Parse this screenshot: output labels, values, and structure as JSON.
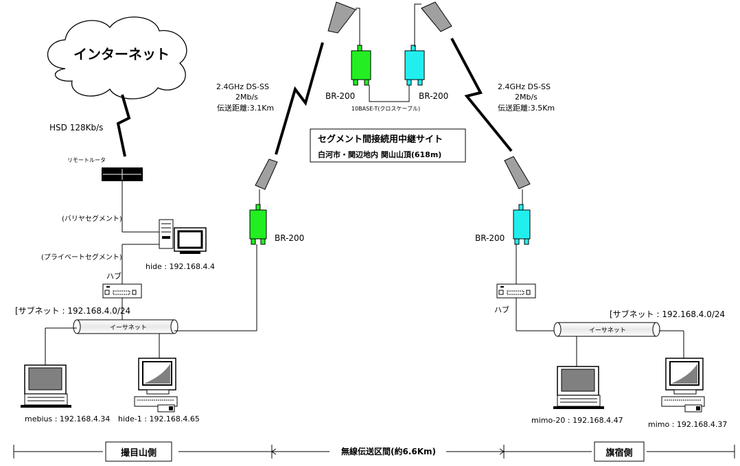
{
  "cloud": {
    "label": "インターネット"
  },
  "links": {
    "hsd": "HSD 128Kb/s",
    "left_radio": {
      "band": "2.4GHz DS-SS",
      "rate": "2Mb/s",
      "distance": "伝送距離:3.1Km"
    },
    "right_radio": {
      "band": "2.4GHz DS-SS",
      "rate": "2Mb/s",
      "distance": "伝送距離:3.5Km"
    },
    "crossover": "10BASE-T(クロスケーブル)"
  },
  "relay_site": {
    "title": "セグメント間接続用中継サイト",
    "location": "白河市・関辺地内 関山山頂(618m)"
  },
  "devices": {
    "router": "リモートルータ",
    "barrier_segment": "(バリヤセグメント)",
    "private_segment": "(プライベートセグメント)",
    "server": "hide : 192.168.4.4",
    "hub_left": "ハブ",
    "hub_right": "ハブ",
    "br_top_left": "BR-200",
    "br_top_right": "BR-200",
    "br_left": "BR-200",
    "br_right": "BR-200"
  },
  "left_lan": {
    "subnet": "[サブネット : 192.168.4.0/24",
    "ethernet": "イーサネット",
    "pc1": "mebius : 192.168.4.34",
    "pc2": "hide-1 : 192.168.4.65"
  },
  "right_lan": {
    "subnet": "[サブネット : 192.168.4.0/24",
    "ethernet": "イーサネット",
    "pc1": "mimo-20 : 192.168.4.47",
    "pc2": "mimo : 192.168.4.37"
  },
  "bottom": {
    "left_side": "撮目山側",
    "middle": "無線伝送区間(約6.6Km)",
    "right_side": "旗宿側"
  },
  "colors": {
    "green_bridge": "#22ee22",
    "cyan_bridge": "#22eeee",
    "antenna": "#a0a0a0",
    "monitor_screen": "#808080"
  }
}
